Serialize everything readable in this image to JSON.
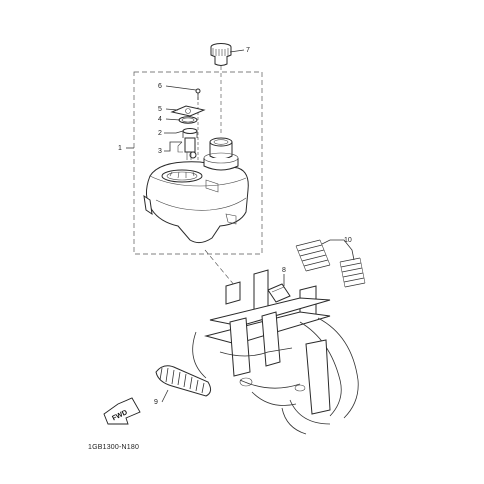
{
  "diagram": {
    "code": "1GB1300-N180",
    "fwd_label": "FWD",
    "callouts": [
      {
        "id": "1",
        "label": "1"
      },
      {
        "id": "2",
        "label": "2"
      },
      {
        "id": "3",
        "label": "3"
      },
      {
        "id": "4",
        "label": "4"
      },
      {
        "id": "5",
        "label": "5"
      },
      {
        "id": "6",
        "label": "6"
      },
      {
        "id": "7",
        "label": "7"
      },
      {
        "id": "8",
        "label": "8"
      },
      {
        "id": "9",
        "label": "9"
      },
      {
        "id": "10",
        "label": "10"
      }
    ]
  }
}
